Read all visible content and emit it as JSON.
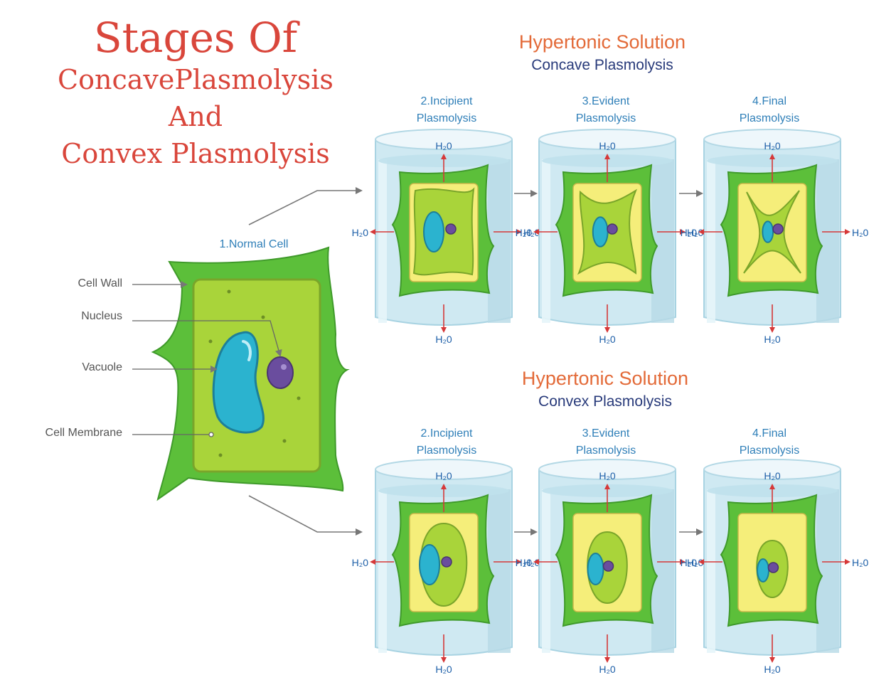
{
  "title": {
    "line1": "Stages Of",
    "line2": "ConcavePlasmolysis",
    "line3": "And",
    "line4": "Convex Plasmolysis"
  },
  "normal_cell": {
    "label": "1.Normal Cell",
    "parts": [
      "Cell Wall",
      "Nucleus",
      "Vacuole",
      "Cell Membrane"
    ]
  },
  "concave": {
    "solution": "Hypertonic Solution",
    "type": "Concave Plasmolysis",
    "stages": [
      {
        "line1": "2.Incipient",
        "line2": "Plasmolysis"
      },
      {
        "line1": "3.Evident",
        "line2": "Plasmolysis"
      },
      {
        "line1": "4.Final",
        "line2": "Plasmolysis"
      }
    ]
  },
  "convex": {
    "solution": "Hypertonic Solution",
    "type": "Convex Plasmolysis",
    "stages": [
      {
        "line1": "2.Incipient",
        "line2": "Plasmolysis"
      },
      {
        "line1": "3.Evident",
        "line2": "Plasmolysis"
      },
      {
        "line1": "4.Final",
        "line2": "Plasmolysis"
      }
    ]
  },
  "water_label": "H₂0",
  "colors": {
    "title": "#d9463b",
    "solution": "#e36a38",
    "plasmolysis_type": "#283a7a",
    "stage_label": "#2f7fb8",
    "cell_wall": "#5cbf3a",
    "cytoplasm": "#a9d43a",
    "vacuole": "#2bb3cf",
    "nucleus": "#6a4d9e",
    "plasmolysed_space": "#f5ee7a",
    "water_arrow": "#d63838",
    "water_text": "#1d5fa8"
  }
}
